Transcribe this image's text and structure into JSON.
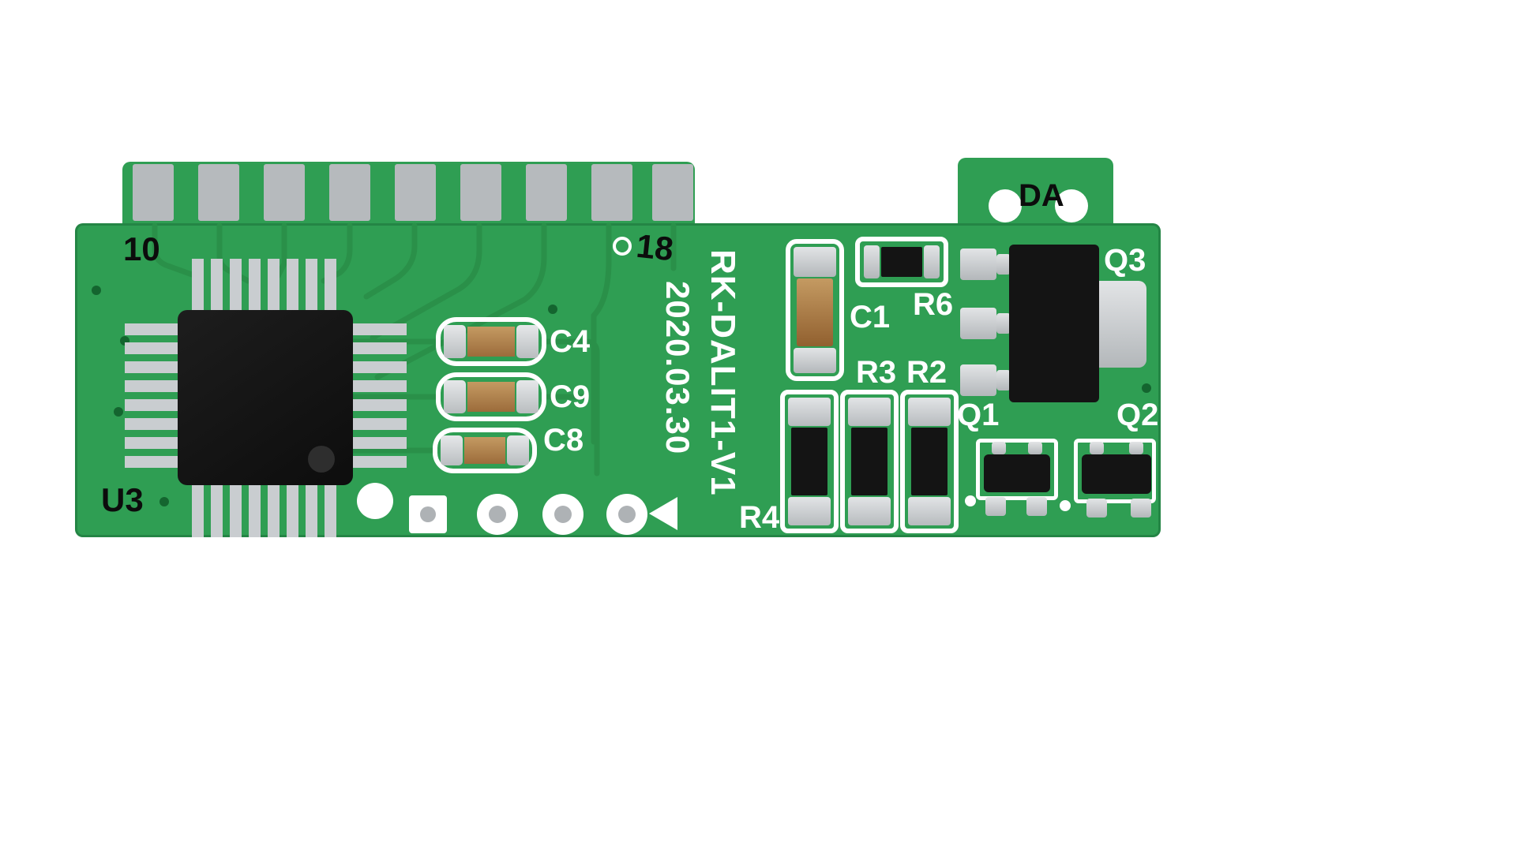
{
  "board": {
    "silkscreen_vertical": {
      "model": "RK-DALIT1-V1",
      "date": "2020.03.30"
    },
    "colors": {
      "board_green": "#2f9e53",
      "trace_green": "#2a9049",
      "silkscreen_white": "#ffffff",
      "silkscreen_black": "#0c0c0c",
      "pad_gray": "#b6babd",
      "component_black": "#141414",
      "ceramic_tan": "#b5824d",
      "lead_silver": "#c9cdd0"
    }
  },
  "labels": {
    "pin_first": "10",
    "pin_last": "18",
    "mcu": "U3",
    "cap_c4": "C4",
    "cap_c9": "C9",
    "cap_c8": "C8",
    "cap_c1": "C1",
    "res_r6": "R6",
    "res_r3": "R3",
    "res_r2": "R2",
    "res_r4": "R4",
    "transistor_q1": "Q1",
    "transistor_q2": "Q2",
    "transistor_q3": "Q3",
    "da_pad": "DA"
  }
}
